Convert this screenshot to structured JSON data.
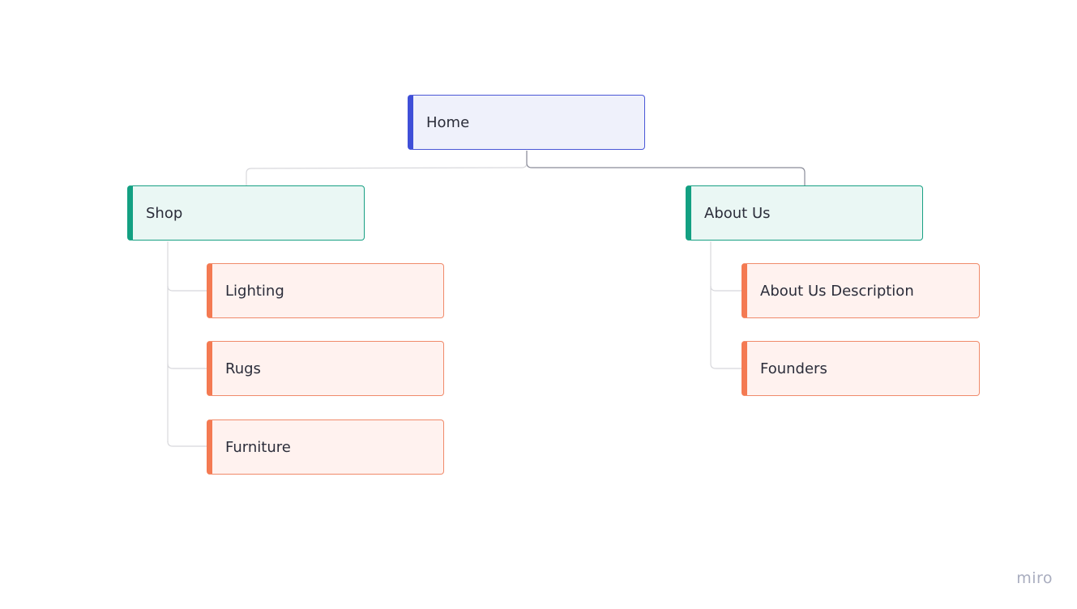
{
  "diagram": {
    "root": {
      "label": "Home",
      "color": "#4a57d6"
    },
    "sections": [
      {
        "label": "Shop",
        "color": "#18a083",
        "children": [
          {
            "label": "Lighting"
          },
          {
            "label": "Rugs"
          },
          {
            "label": "Furniture"
          }
        ]
      },
      {
        "label": "About Us",
        "color": "#18a083",
        "children": [
          {
            "label": "About Us Description"
          },
          {
            "label": "Founders"
          }
        ]
      }
    ],
    "leaf_color": "#f47a52"
  },
  "brand": {
    "label": "miro"
  }
}
